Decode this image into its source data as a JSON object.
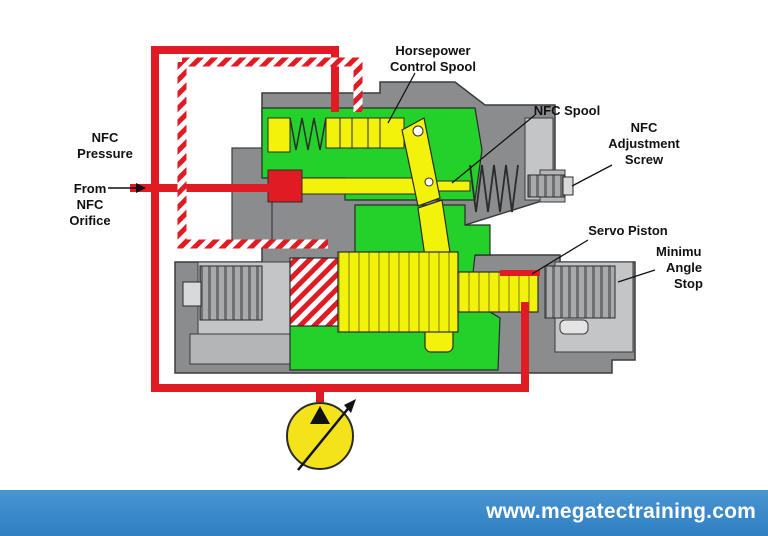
{
  "diagram": {
    "labels": {
      "hp_spool": [
        "Horsepower",
        "Control Spool"
      ],
      "nfc_spool": "NFC Spool",
      "nfc_adjust": [
        "NFC",
        "Adjustment",
        "Screw"
      ],
      "nfc_pressure": [
        "NFC",
        "Pressure"
      ],
      "from_nfc": [
        "From",
        "NFC",
        "Orifice"
      ],
      "servo_piston": "Servo Piston",
      "min_angle": [
        "Minimu",
        "Angle",
        "Stop"
      ]
    },
    "colors": {
      "pressure_line": "#e01b24",
      "housing_dark": "#8b8c8e",
      "housing_light": "#c4c5c7",
      "passage": "#24d12b",
      "component": "#f2f20a",
      "pump": "#f4e21a",
      "footer": "#3a8ccc"
    }
  },
  "footer": {
    "url": "www.megatectraining.com"
  }
}
